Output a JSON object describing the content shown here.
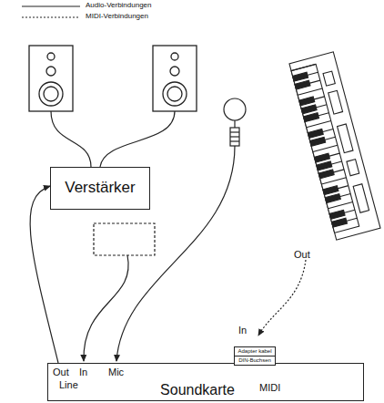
{
  "diagram": {
    "nodes": [
      {
        "text": [
          "Verstärker"
        ]
      },
      {
        "text": [
          "Out",
          "In",
          "Mic",
          "Line",
          "MIDI",
          "Soundkarte"
        ]
      },
      {
        "text": [
          "Adapter kabel"
        ],
        "in": 1
      },
      {
        "text": [
          "DIN-Buchsen"
        ],
        "in": 1
      }
    ],
    "edges": [
      {
        "from": 1,
        "to": 0,
        "arrow": "to"
      }
    ],
    "labels": [
      "Out",
      "In"
    ],
    "legend": [
      {
        "text": "Audio-Verbindungen"
      },
      {
        "text": "MIDI-Verbindungen"
      }
    ]
  }
}
